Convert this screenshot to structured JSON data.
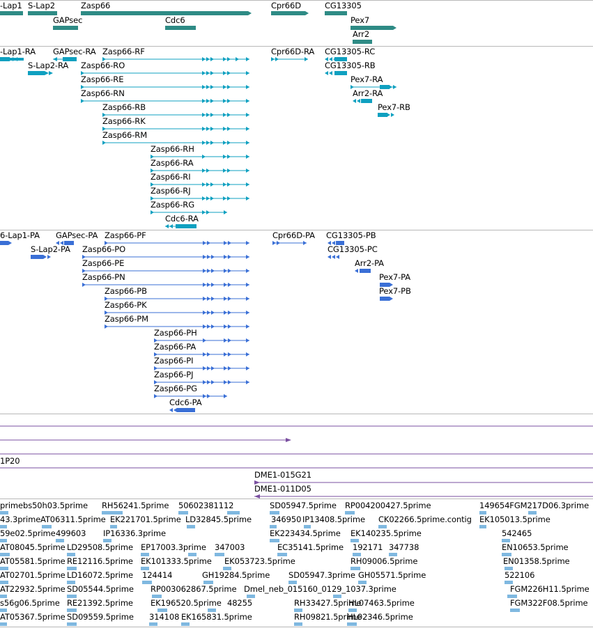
{
  "colors": {
    "gene": "#2e8b85",
    "transcript": "#0fa0c0",
    "protein": "#3a6fd6",
    "clone": "#7a4fa0",
    "est": "#7fb8e0",
    "separator": "#b8b8b8"
  },
  "genes": [
    {
      "name": "-Lap1",
      "key": "lap1"
    },
    {
      "name": "S-Lap2",
      "key": "slap2"
    },
    {
      "name": "Zasp66",
      "key": "zasp66"
    },
    {
      "name": "GAPsec",
      "key": "gapsec"
    },
    {
      "name": "Cdc6",
      "key": "cdc6"
    },
    {
      "name": "Cpr66D",
      "key": "cpr66d"
    },
    {
      "name": "CG13305",
      "key": "cg13305"
    },
    {
      "name": "Pex7",
      "key": "pex7"
    },
    {
      "name": "Arr2",
      "key": "arr2"
    }
  ],
  "transcripts": [
    "-Lap1-RA",
    "S-Lap2-RA",
    "GAPsec-RA",
    "Zasp66-RF",
    "Zasp66-RO",
    "Zasp66-RE",
    "Zasp66-RN",
    "Zasp66-RB",
    "Zasp66-RK",
    "Zasp66-RM",
    "Zasp66-RH",
    "Zasp66-RA",
    "Zasp66-RI",
    "Zasp66-RJ",
    "Zasp66-RG",
    "Cdc6-RA",
    "Cpr66D-RA",
    "CG13305-RC",
    "CG13305-RB",
    "Pex7-RA",
    "Arr2-RA",
    "Pex7-RB"
  ],
  "proteins": [
    "6-Lap1-PA",
    "S-Lap2-PA",
    "GAPsec-PA",
    "Zasp66-PF",
    "Zasp66-PO",
    "Zasp66-PE",
    "Zasp66-PN",
    "Zasp66-PB",
    "Zasp66-PK",
    "Zasp66-PM",
    "Zasp66-PH",
    "Zasp66-PA",
    "Zasp66-PI",
    "Zasp66-PJ",
    "Zasp66-PG",
    "Cdc6-PA",
    "Cpr66D-PA",
    "CG13305-PB",
    "CG13305-PC",
    "Arr2-PA",
    "Pex7-PA",
    "Pex7-PB"
  ],
  "clones": [
    "1P20",
    "DME1-015G21",
    "DME1-011D05"
  ],
  "ests": [
    "primebs50h03.5prime",
    "RH56241.5prime",
    "50602381112",
    "SD05947.5prime",
    "RP004200427.5prime",
    "149654FGM217D06.3prime",
    "43.3prime",
    "AT06311.5prime",
    "EK221701.5prime",
    "LD32845.5prime",
    "346950",
    "IP13408.5prime",
    "CK02266.5prime.contig",
    "EK105013.5prime",
    "59e02.5prime",
    "499603",
    "IP16336.3prime",
    "EK223434.5prime",
    "EK140235.5prime",
    "542465",
    "AT08045.5prime",
    "LD29508.5prime",
    "EP17003.3prime",
    "347003",
    "EC35141.5prime",
    "192171",
    "347738",
    "EN10653.5prime",
    "AT05581.5prime",
    "RE12116.5prime",
    "EK101333.5prime",
    "EK053723.5prime",
    "RH09006.5prime",
    "EN01358.5prime",
    "AT02701.5prime",
    "LD16072.5prime",
    "124414",
    "GH19284.5prime",
    "SD05947.3prime",
    "GH05571.5prime",
    "522106",
    "AT22932.5prime",
    "SD05544.5prime",
    "RP003062867.5prime",
    "Dmel_neb_015160_0129_1037.3prime",
    "FGM226H11.5prime",
    "s56g06.5prime",
    "RE21392.5prime",
    "EK196520.5prime",
    "48255",
    "RH33427.5prime",
    "HL07463.5prime",
    "FGM322F08.5prime",
    "AT05367.5prime",
    "SD09559.5prime",
    "314108",
    "EK165831.5prime",
    "RH09821.5prime",
    "HL02346.5prime"
  ]
}
